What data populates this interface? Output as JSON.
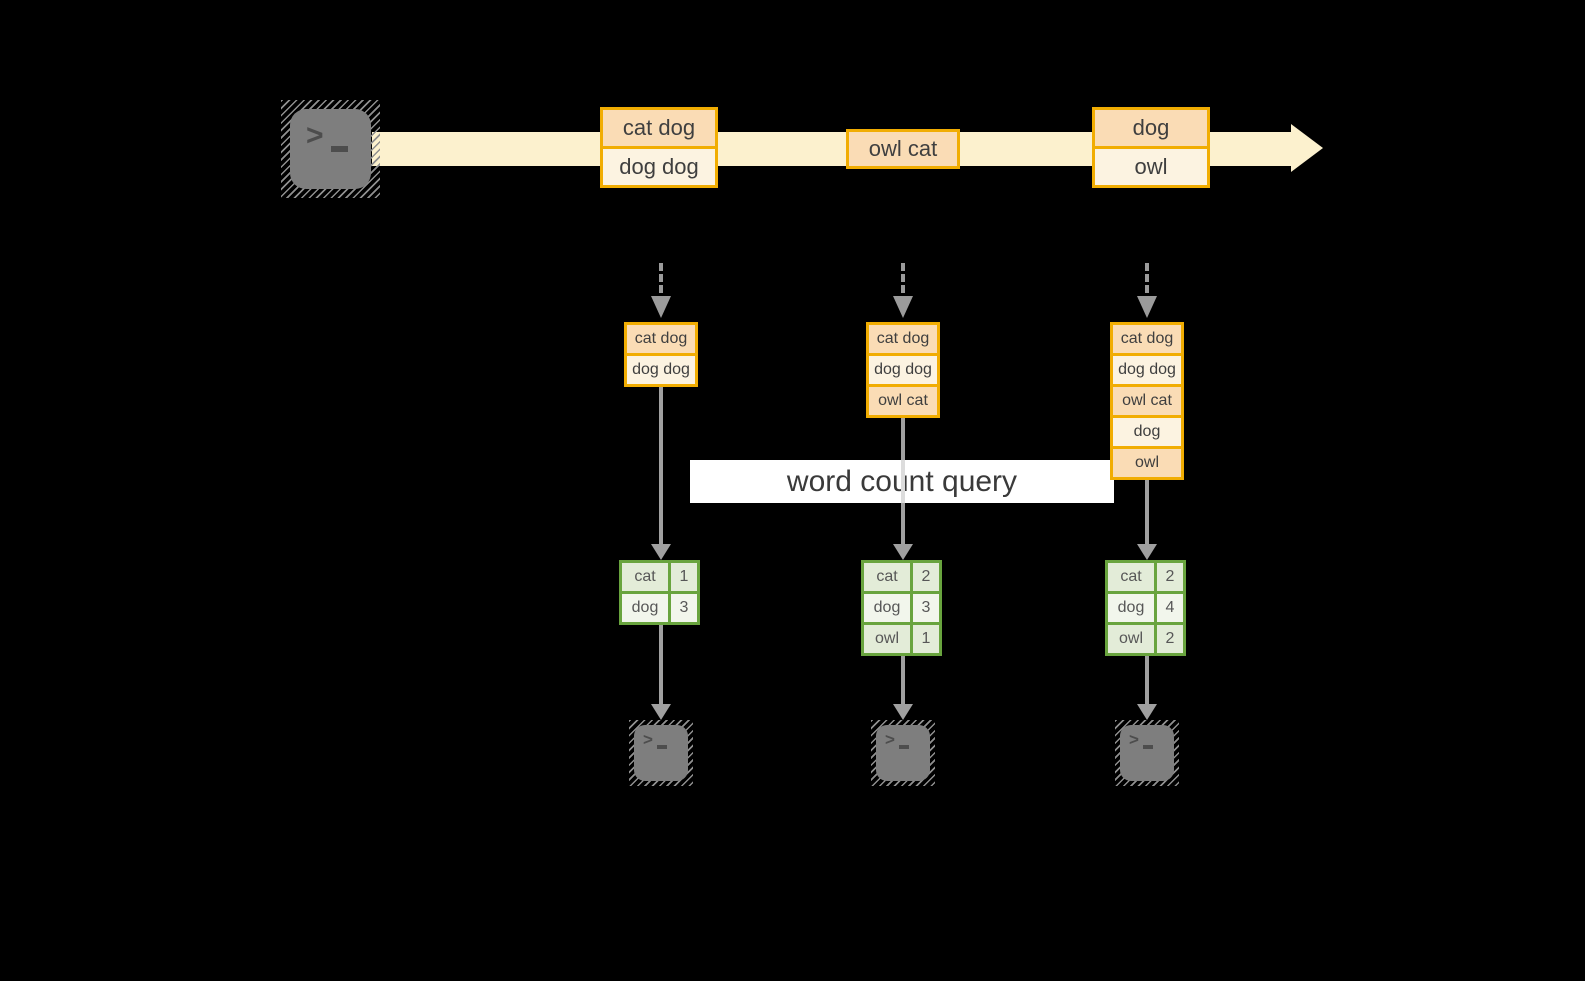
{
  "query_label": "word count query",
  "colors": {
    "background": "#000000",
    "stream_band": "#FCF1CE",
    "record_border": "#F1AD02",
    "record_fill_dark": "#FADCB5",
    "record_fill_light": "#FCF3E1",
    "table_border": "#69A43E",
    "table_fill_dark": "#E3ECD8",
    "table_fill_light": "#F2F6EC",
    "arrow_gray": "#A0A0A0",
    "terminal_gray": "#7E7E7E"
  },
  "icons": {
    "source_terminal": "terminal-icon",
    "sink_terminals": [
      "terminal-icon",
      "terminal-icon",
      "terminal-icon"
    ],
    "prompt_chevron": ">"
  },
  "stream_batches": [
    {
      "records": [
        "cat dog",
        "dog dog"
      ]
    },
    {
      "records": [
        "owl cat"
      ]
    },
    {
      "records": [
        "dog",
        "owl"
      ]
    }
  ],
  "snapshots": [
    {
      "received": [
        "cat dog",
        "dog dog"
      ],
      "counts": [
        {
          "word": "cat",
          "count": "1"
        },
        {
          "word": "dog",
          "count": "3"
        }
      ]
    },
    {
      "received": [
        "cat dog",
        "dog dog",
        "owl cat"
      ],
      "counts": [
        {
          "word": "cat",
          "count": "2"
        },
        {
          "word": "dog",
          "count": "3"
        },
        {
          "word": "owl",
          "count": "1"
        }
      ]
    },
    {
      "received": [
        "cat dog",
        "dog dog",
        "owl cat",
        "dog",
        "owl"
      ],
      "counts": [
        {
          "word": "cat",
          "count": "2"
        },
        {
          "word": "dog",
          "count": "4"
        },
        {
          "word": "owl",
          "count": "2"
        }
      ]
    }
  ]
}
